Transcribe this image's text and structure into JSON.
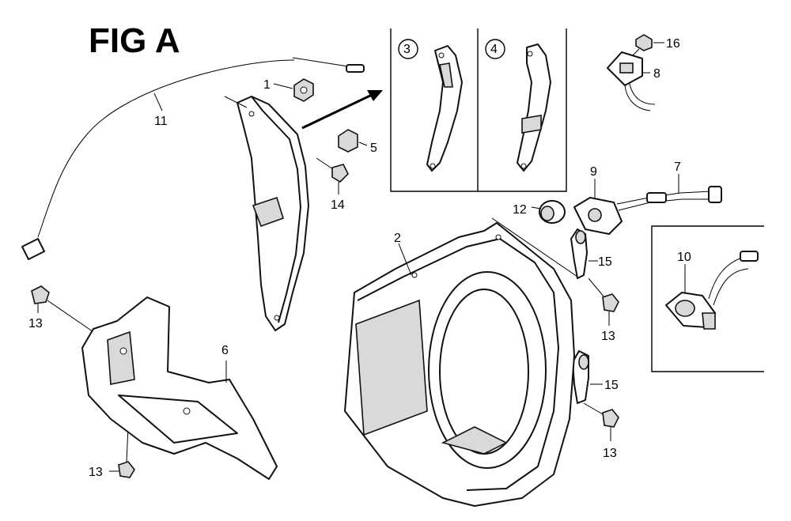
{
  "title": "FIG A",
  "callouts": {
    "c1": "1",
    "c2": "2",
    "c3": "3",
    "c4": "4",
    "c5": "5",
    "c6": "6",
    "c7": "7",
    "c8": "8",
    "c9": "9",
    "c10": "10",
    "c11": "11",
    "c12": "12",
    "c13a": "13",
    "c13b": "13",
    "c13c": "13",
    "c13d": "13",
    "c14": "14",
    "c15a": "15",
    "c15b": "15",
    "c16": "16"
  }
}
